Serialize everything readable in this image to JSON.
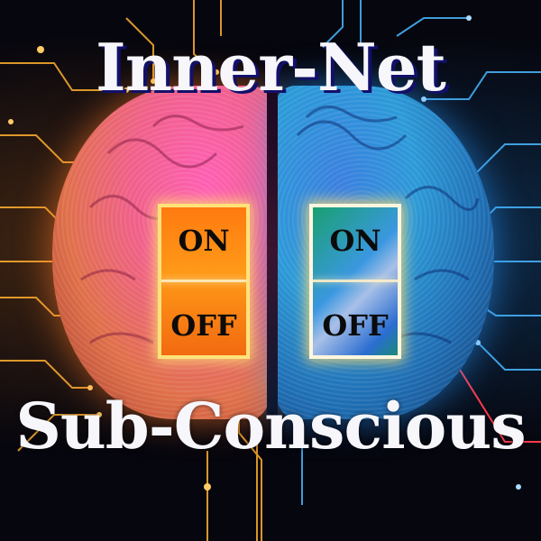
{
  "poster": {
    "title_top": "Inner-Net",
    "title_bottom": "Sub-Conscious",
    "left_switch": {
      "on_label": "ON",
      "off_label": "OFF",
      "color": "#ff8a14"
    },
    "right_switch": {
      "on_label": "ON",
      "off_label": "OFF",
      "color": "#3a98e0"
    },
    "left_hemisphere_color": "#f0608a",
    "right_hemisphere_color": "#2c9ad8",
    "circuit_warm_color": "#ffb030",
    "circuit_cool_color": "#4ab8ff",
    "title_shadow_color": "#12106a"
  }
}
